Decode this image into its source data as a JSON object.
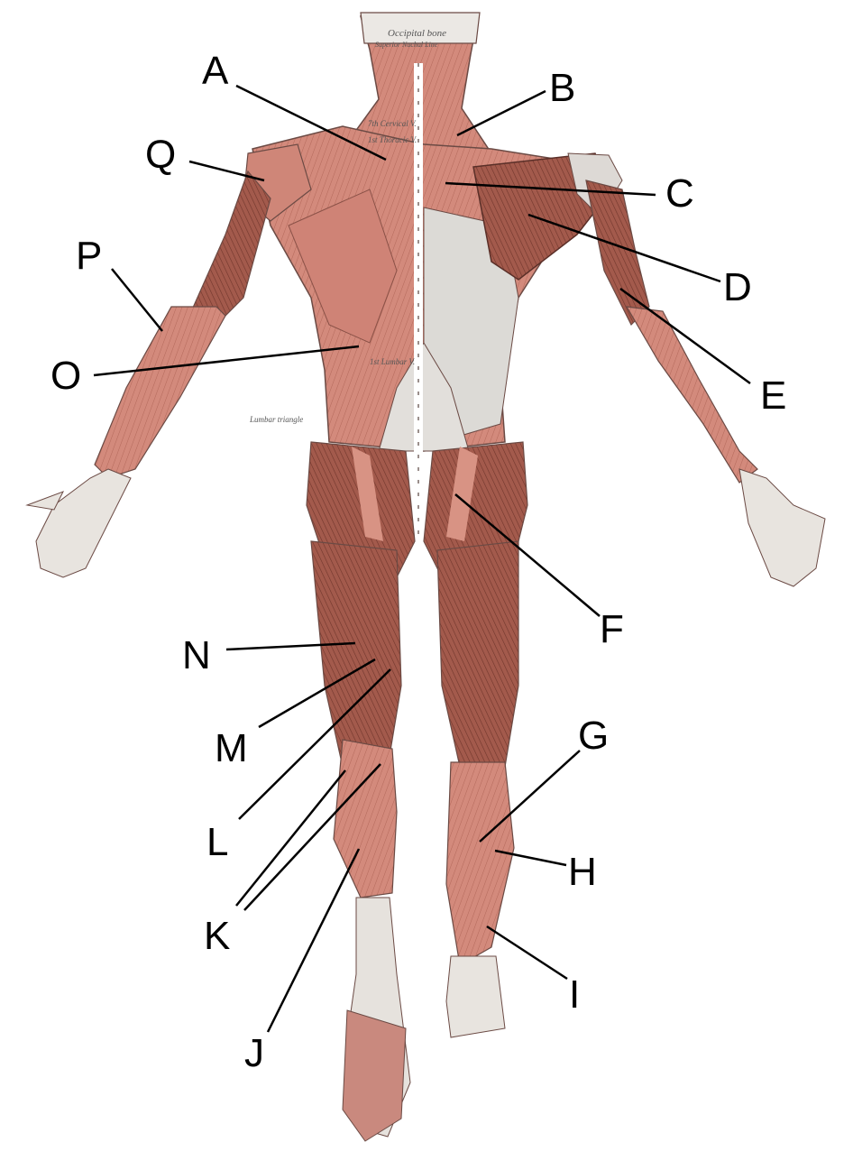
{
  "figure_text": {
    "occipital": "Occipital bone",
    "nuchal": "Superior Nuchal Line",
    "cervical": "7th Cervical V.",
    "thoracic": "1st Thoracic V.",
    "lumbar": "1st Lumbar V.",
    "lumbar_triangle": "Lumbar triangle"
  },
  "labels": [
    {
      "id": "A",
      "text": "A"
    },
    {
      "id": "B",
      "text": "B"
    },
    {
      "id": "C",
      "text": "C"
    },
    {
      "id": "D",
      "text": "D"
    },
    {
      "id": "E",
      "text": "E"
    },
    {
      "id": "F",
      "text": "F"
    },
    {
      "id": "G",
      "text": "G"
    },
    {
      "id": "H",
      "text": "H"
    },
    {
      "id": "I",
      "text": "I"
    },
    {
      "id": "J",
      "text": "J"
    },
    {
      "id": "K",
      "text": "K"
    },
    {
      "id": "L",
      "text": "L"
    },
    {
      "id": "M",
      "text": "M"
    },
    {
      "id": "N",
      "text": "N"
    },
    {
      "id": "O",
      "text": "O"
    },
    {
      "id": "P",
      "text": "P"
    },
    {
      "id": "Q",
      "text": "Q"
    }
  ],
  "colors": {
    "muscle": "#d4877a",
    "muscle_dark": "#9a4f43",
    "tendon": "#e6e3df",
    "outline": "#6b4a44",
    "leader": "#000000"
  }
}
